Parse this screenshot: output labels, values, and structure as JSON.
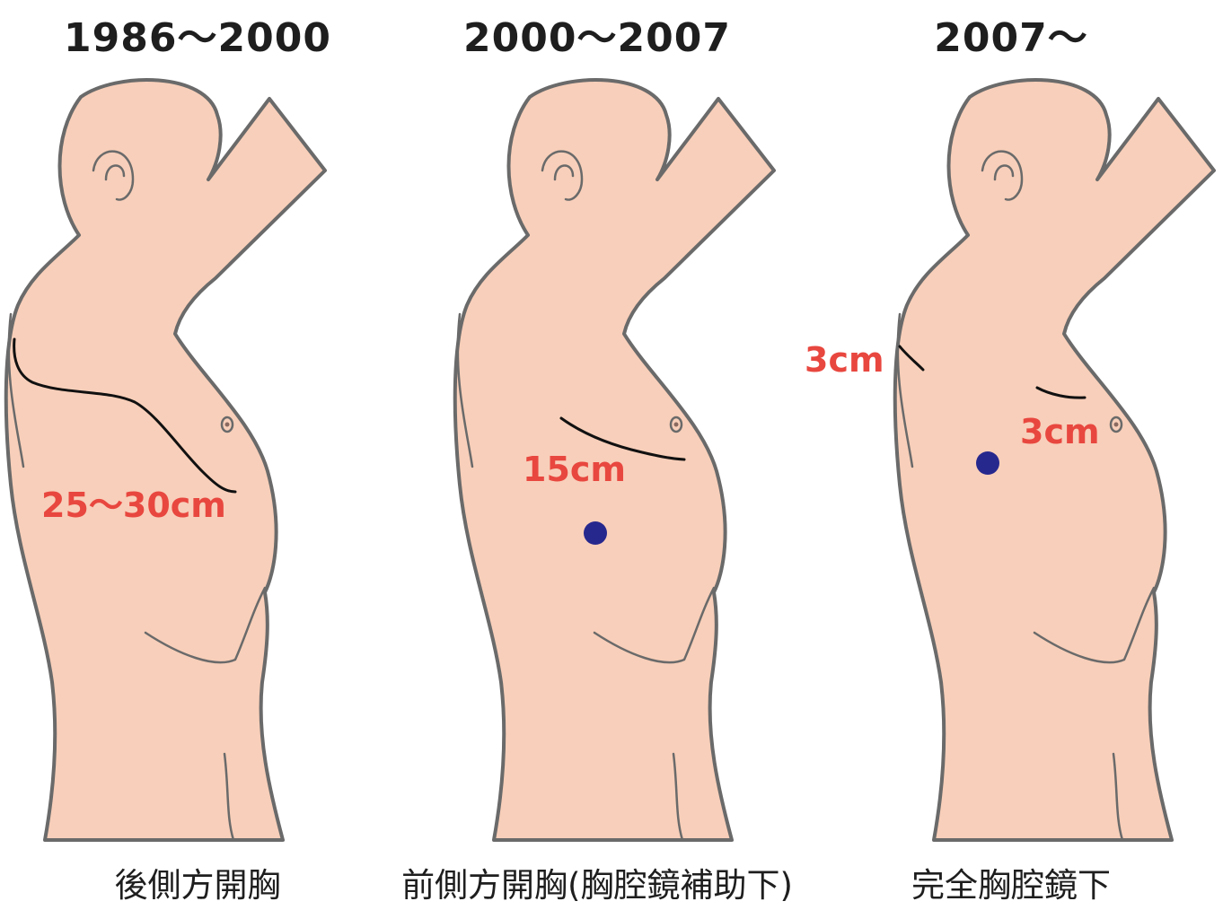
{
  "panels": [
    {
      "era": "1986〜2000",
      "caption": "後側方開胸",
      "incision_label": "25〜30cm"
    },
    {
      "era": "2000〜2007",
      "caption": "前側方開胸(胸腔鏡補助下)",
      "incision_label": "15cm"
    },
    {
      "era": "2007〜",
      "caption": "完全胸腔鏡下",
      "incision_labels": [
        "3cm",
        "3cm"
      ]
    }
  ],
  "colors": {
    "skin": "#f8cfba",
    "outline": "#6a6a6a",
    "incision": "#111111",
    "port": "#27288e",
    "measure": "#e8473f"
  }
}
